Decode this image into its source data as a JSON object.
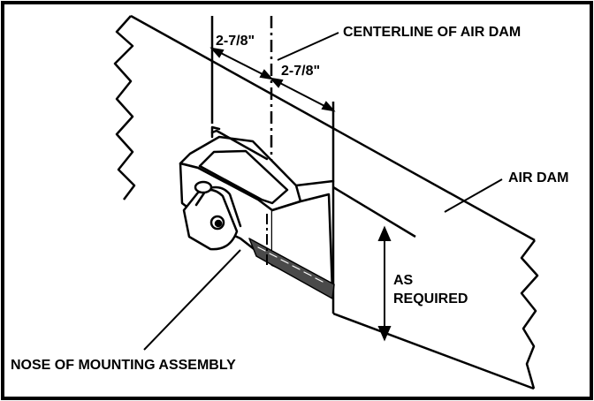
{
  "diagram": {
    "labels": {
      "dim_left": "2-7/8\"",
      "dim_right": "2-7/8\"",
      "centerline": "CENTERLINE OF AIR DAM",
      "air_dam": "AIR DAM",
      "as_required_line1": "AS",
      "as_required_line2": "REQUIRED",
      "nose": "NOSE OF MOUNTING ASSEMBLY"
    },
    "colors": {
      "ink": "#000000",
      "paper": "#ffffff",
      "shade": "#4a4a4a"
    }
  }
}
